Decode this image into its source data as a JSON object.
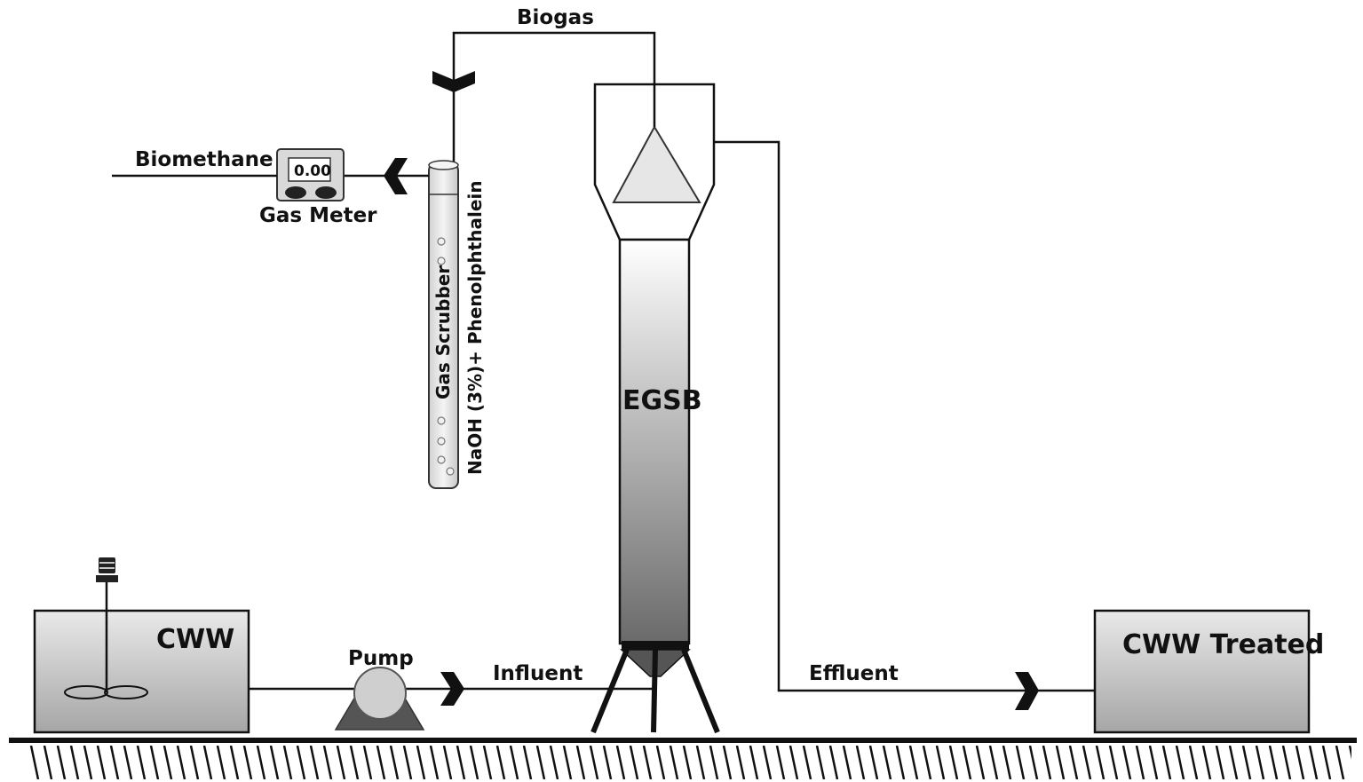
{
  "labels": {
    "biogas": "Biogas",
    "biomethane": "Biomethane",
    "gas_meter": "Gas Meter",
    "gas_meter_reading": "0.00",
    "gas_scrubber": "Gas Scrubber",
    "scrubber_solution": "NaOH (3%)+ Phenolphthalein",
    "reactor": "EGSB",
    "feed_tank": "CWW",
    "pump": "Pump",
    "influent": "Influent",
    "effluent": "Effluent",
    "treated_tank": "CWW Treated"
  },
  "colors": {
    "line": "#111111",
    "tank_fill_top": "#e6e6e6",
    "tank_fill_bottom": "#a9a9a9",
    "reactor_gradient_top": "#ffffff",
    "reactor_gradient_bottom": "#6a6a6a",
    "pump_base": "#555555",
    "pump_head": "#cfcfcf",
    "gas_separator": "#e6e6e6"
  }
}
